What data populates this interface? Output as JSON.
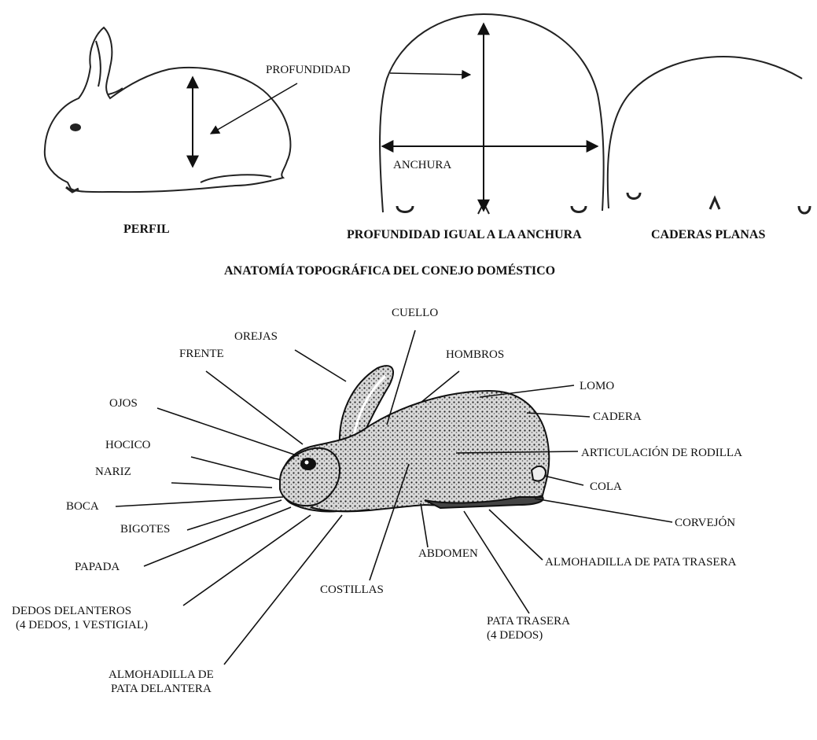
{
  "top": {
    "profile_label": "PERFIL",
    "depth_label": "PROFUNDIDAD",
    "width_label": "ANCHURA",
    "depth_equals_width_label": "PROFUNDIDAD IGUAL A LA ANCHURA",
    "flat_hips_label": "CADERAS PLANAS"
  },
  "title": "ANATOMÍA TOPOGRÁFICA DEL CONEJO DOMÉSTICO",
  "parts": {
    "cuello": "CUELLO",
    "orejas": "OREJAS",
    "frente": "FRENTE",
    "hombros": "HOMBROS",
    "lomo": "LOMO",
    "ojos": "OJOS",
    "cadera": "CADERA",
    "hocico": "HOCICO",
    "articulacion": "ARTICULACIÓN DE RODILLA",
    "nariz": "NARIZ",
    "cola": "COLA",
    "boca": "BOCA",
    "bigotes": "BIGOTES",
    "corvejon": "CORVEJÓN",
    "abdomen": "ABDOMEN",
    "papada": "PAPADA",
    "almohadilla_trasera": "ALMOHADILLA DE PATA TRASERA",
    "costillas": "COSTILLAS",
    "dedos_del_line1": "DEDOS DELANTEROS",
    "dedos_del_line2": "(4 DEDOS, 1 VESTIGIAL)",
    "pata_trasera_line1": "PATA TRASERA",
    "pata_trasera_line2": "(4 DEDOS)",
    "almohadilla_del_line1": "ALMOHADILLA DE",
    "almohadilla_del_line2": "PATA DELANTERA"
  }
}
